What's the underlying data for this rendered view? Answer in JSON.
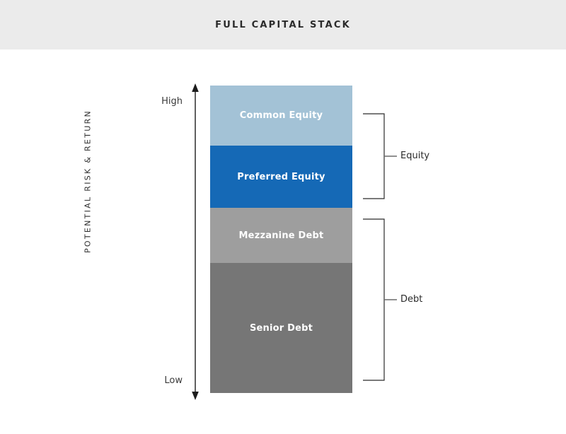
{
  "header": {
    "title": "FULL CAPITAL STACK",
    "background": "#ebebeb"
  },
  "axis": {
    "title": "POTENTIAL RISK & RETURN",
    "top_label": "High",
    "bottom_label": "Low",
    "arrow_color": "#1c1c1c",
    "direction": "double"
  },
  "chart_data": {
    "type": "bar",
    "orientation": "vertical-stacked",
    "title": "FULL CAPITAL STACK",
    "xlabel": "",
    "ylabel": "POTENTIAL RISK & RETURN",
    "grid": false,
    "legend": "none",
    "axis_ticks": [
      "Low",
      "High"
    ],
    "categories": [
      "Common Equity",
      "Preferred Equity",
      "Mezzanine Debt",
      "Senior Debt"
    ],
    "values": [
      85,
      88,
      78,
      184
    ],
    "value_units": "pixel-height",
    "colors": [
      "#a3c2d6",
      "#1569b6",
      "#9e9e9e",
      "#767676"
    ],
    "segments": [
      {
        "label": "Common Equity",
        "color": "#a3c2d6",
        "height": 85,
        "group": "Equity",
        "text_color": "#ffffff"
      },
      {
        "label": "Preferred Equity",
        "color": "#1569b6",
        "height": 88,
        "group": "Equity",
        "text_color": "#ffffff"
      },
      {
        "label": "Mezzanine Debt",
        "color": "#9e9e9e",
        "height": 78,
        "group": "Debt",
        "text_color": "#ffffff"
      },
      {
        "label": "Senior Debt",
        "color": "#767676",
        "height": 184,
        "group": "Debt",
        "text_color": "#ffffff"
      }
    ],
    "groups": [
      {
        "label": "Equity",
        "members": [
          "Common Equity",
          "Preferred Equity"
        ]
      },
      {
        "label": "Debt",
        "members": [
          "Mezzanine Debt",
          "Senior Debt"
        ]
      }
    ],
    "annotations": [
      "High risk/return at top of stack",
      "Low risk/return at bottom of stack"
    ]
  },
  "brackets": {
    "equity": {
      "label": "Equity"
    },
    "debt": {
      "label": "Debt"
    }
  }
}
